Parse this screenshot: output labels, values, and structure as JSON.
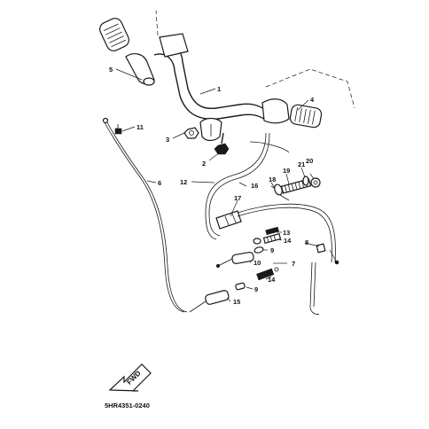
{
  "diagram": {
    "callouts": {
      "c1": "1",
      "c2": "2",
      "c3": "3",
      "c4": "4",
      "c5": "5",
      "c6": "6",
      "c7": "7",
      "c8": "8",
      "c9a": "9",
      "c9b": "9",
      "c10": "10",
      "c11": "11",
      "c12": "12",
      "c13": "13",
      "c14a": "14",
      "c14b": "14",
      "c15": "15",
      "c16": "16",
      "c17": "17",
      "c18": "18",
      "c19": "19",
      "c20": "20",
      "c21": "21"
    },
    "direction_label": "FWD",
    "part_code": "5HR4351-0240"
  }
}
